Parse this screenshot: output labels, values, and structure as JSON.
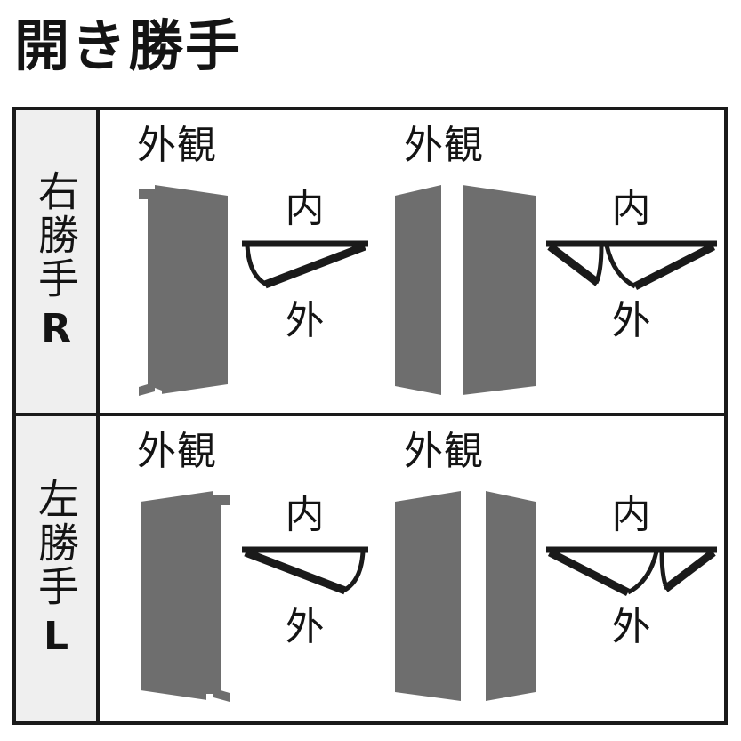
{
  "page": {
    "title": "開き勝手",
    "background_color": "#ffffff",
    "line_color": "#1a1a1a",
    "door_fill_color": "#6e6e6e",
    "label_cell_color": "#efefef"
  },
  "table": {
    "rows": [
      {
        "id": "right-hand",
        "label_text": "右勝手",
        "label_letter": "R",
        "panels": [
          {
            "id": "single-right",
            "type": "single-leaf",
            "exterior_label": "外観",
            "hinge_side": "left",
            "swing": {
              "inside_label": "内",
              "outside_label": "外",
              "pivot": "right",
              "arc_side": "left"
            }
          },
          {
            "id": "double-right",
            "type": "double-leaf",
            "exterior_label": "外観",
            "hinge_side": "both",
            "leaf_split": "symmetric",
            "swing": {
              "inside_label": "内",
              "outside_label": "外",
              "pivot": "both-ends",
              "arc_side": "center"
            }
          }
        ]
      },
      {
        "id": "left-hand",
        "label_text": "左勝手",
        "label_letter": "L",
        "panels": [
          {
            "id": "single-left",
            "type": "single-leaf",
            "exterior_label": "外観",
            "hinge_side": "right",
            "swing": {
              "inside_label": "内",
              "outside_label": "外",
              "pivot": "left",
              "arc_side": "right"
            }
          },
          {
            "id": "double-left",
            "type": "double-leaf",
            "exterior_label": "外観",
            "hinge_side": "both",
            "leaf_split": "asymmetric-wide-left",
            "swing": {
              "inside_label": "内",
              "outside_label": "外",
              "pivot": "both-ends",
              "arc_side": "center"
            }
          }
        ]
      }
    ]
  }
}
